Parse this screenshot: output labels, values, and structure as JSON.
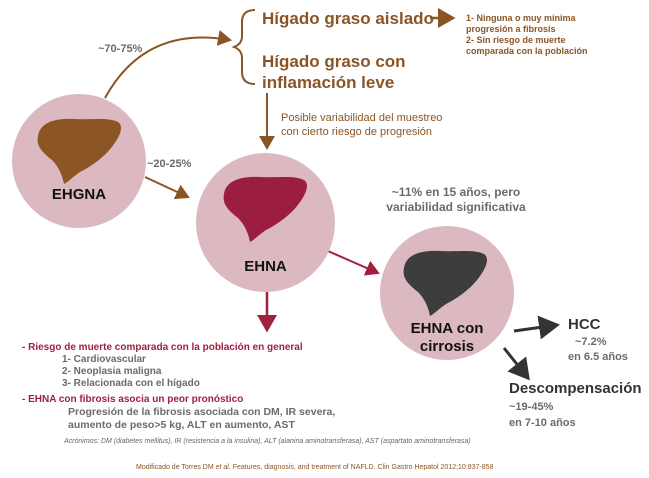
{
  "colors": {
    "circle": "#dcb8c1",
    "liver_ehgna": "#8b5524",
    "liver_ehna": "#9b1d40",
    "liver_cirrosis": "#3d3d3d",
    "arrow_brown": "#8a5526",
    "arrow_crimson": "#a0213f",
    "arrow_dark": "#333333"
  },
  "icons": [
    "liver-brown-icon",
    "liver-crimson-icon",
    "liver-grey-icon"
  ],
  "nodes": {
    "ehgna": "EHGNA",
    "ehna": "EHNA",
    "cirrosis_line1": "EHNA con",
    "cirrosis_line2": "cirrosis"
  },
  "top_branch": {
    "percent": "~70-75%",
    "item1": "Hígado graso aislado",
    "item2_line1": "Hígado graso con",
    "item2_line2": "inflamación leve",
    "notes": [
      "1- Ninguna o muy mínima",
      "progresión a fibrosis",
      "2- Sin riesgo de muerte",
      "comparada con la población"
    ],
    "variability_line1": "Posible variabilidad del muestreo",
    "variability_line2": "con cierto riesgo de progresión"
  },
  "to_ehna_percent": "~20-25%",
  "to_cirrosis": {
    "line1": "~11% en 15 años, pero",
    "line2": "variabilidad significativa"
  },
  "outcomes": {
    "hcc": "HCC",
    "hcc_rate": "~7.2%",
    "hcc_time": "en 6.5 años",
    "decomp": "Descompensación",
    "decomp_rate": "~19-45%",
    "decomp_time": "en 7-10 años"
  },
  "risks": {
    "head1": "- Riesgo de muerte comparada con la población en general",
    "items": [
      "1- Cardiovascular",
      "2- Neoplasia maligna",
      "3- Relacionada con el hígado"
    ],
    "head2": "- EHNA con fibrosis asocia un peor pronóstico",
    "fib_lines": [
      "Progresión de la fibrosis asociada con DM, IR severa,",
      "aumento de peso>5 kg, ALT en aumento, AST"
    ],
    "acronyms": "Acrónimos: DM (diabetes mellitus), IR (resistencia a la insulina), ALT (alanina aminotransferasa), AST (aspartato aminotransferasa)"
  },
  "reference": {
    "before": "Modificado de Torres DM ",
    "italic": "et al.",
    "after": " Features, diagnosis, and treatment of NAFLD. Clin Gastro Hepatol 2012;10:837-858"
  }
}
